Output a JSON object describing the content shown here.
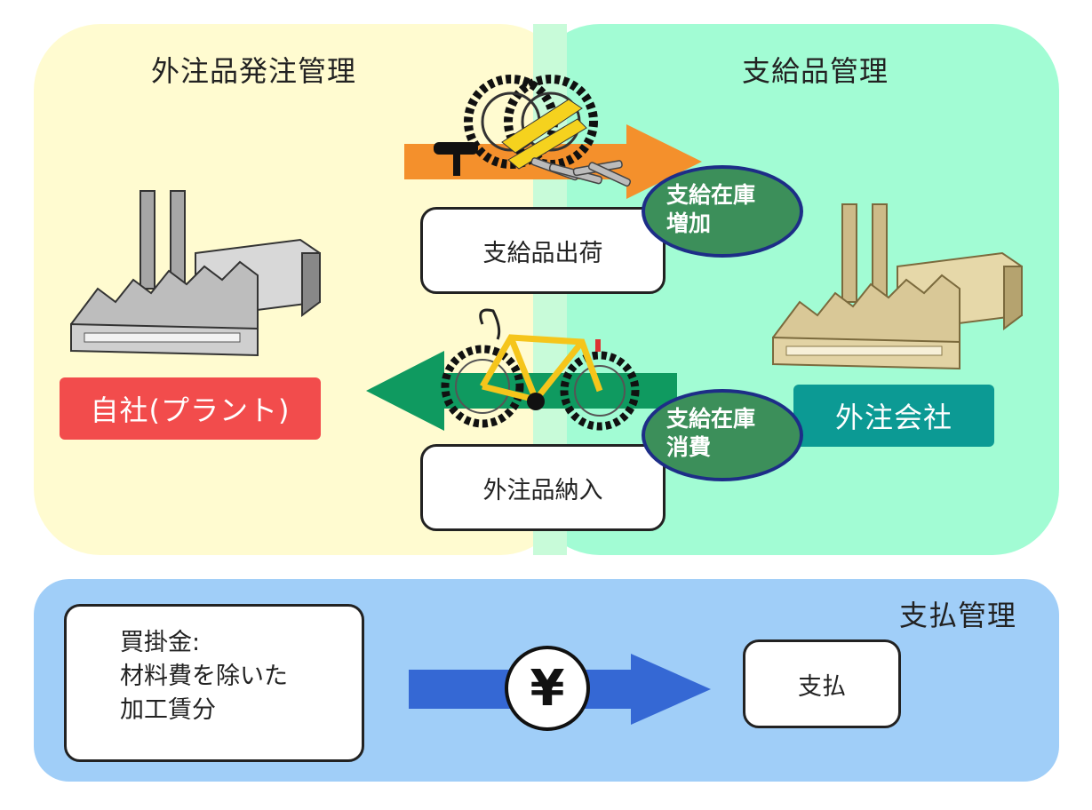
{
  "panels": {
    "order_title": "外注品発注管理",
    "supply_title": "支給品管理",
    "payment_title": "支払管理"
  },
  "entities": {
    "own_company": "自社(プラント)",
    "subcontractor": "外注会社"
  },
  "flows": {
    "supply_shipment": "支給品出荷",
    "delivery": "外注品納入"
  },
  "inventory": {
    "increase_line1": "支給在庫",
    "increase_line2": "増加",
    "consume_line1": "支給在庫",
    "consume_line2": "消費"
  },
  "payment": {
    "payable_line1": "買掛金:",
    "payable_line2": "材料費を除いた",
    "payable_line3": "加工賃分",
    "yen_symbol": "¥",
    "pay_label": "支払"
  },
  "colors": {
    "order_bg": "#fffbd0",
    "supply_bg": "#a2fcd4",
    "payment_bg": "#a0cef8",
    "own_label": "#f24c4c",
    "sub_label": "#0c9a94",
    "orange_arrow": "#f4902c",
    "green_arrow": "#0f9a60",
    "blue_arrow": "#3568d4"
  }
}
